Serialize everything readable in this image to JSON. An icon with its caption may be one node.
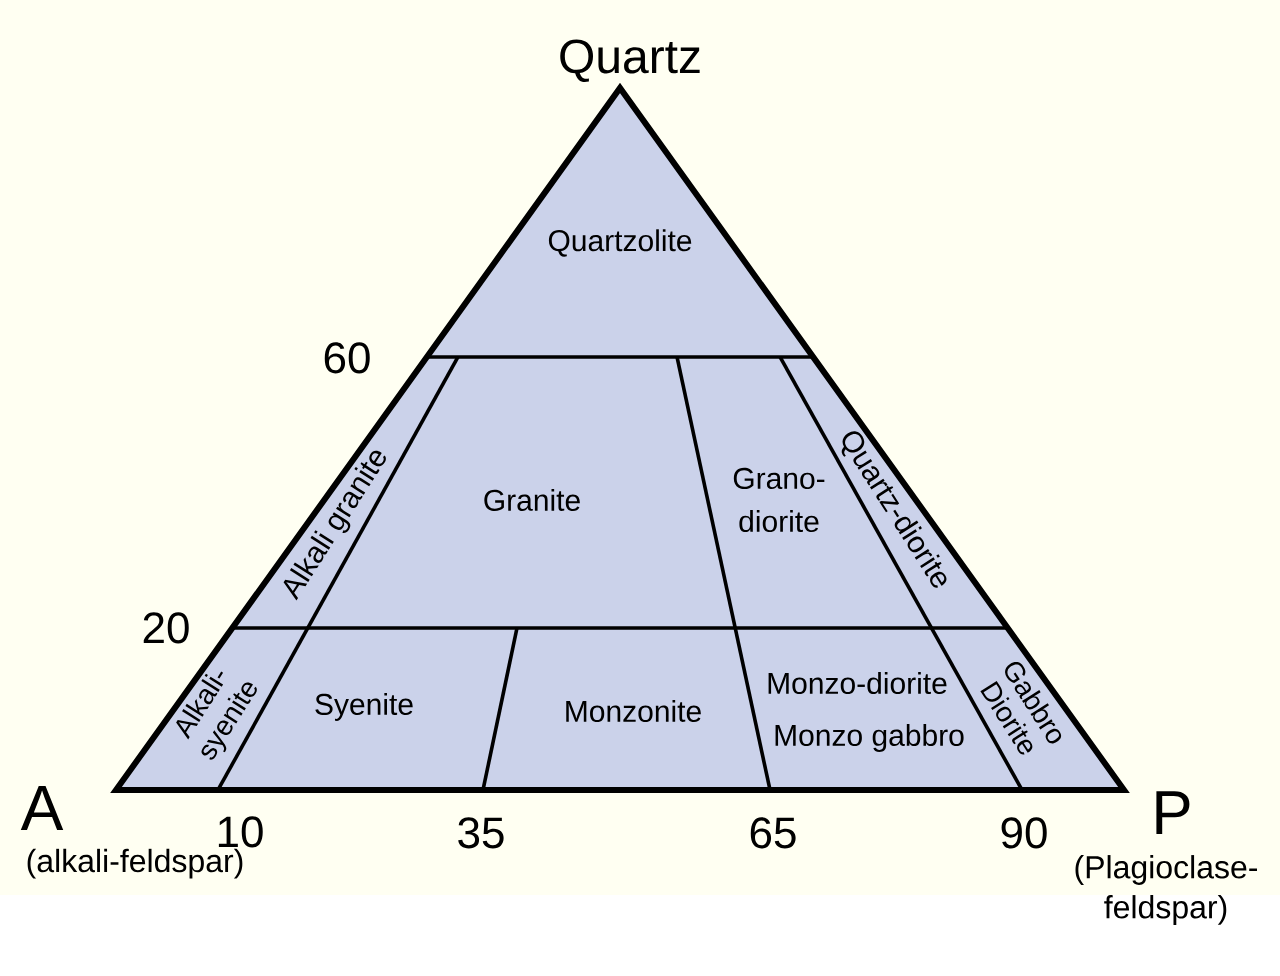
{
  "diagram": {
    "nodes": [
      {
        "text": [
          "Quartzolite"
        ]
      },
      {
        "text": [
          "Alkali granite"
        ]
      },
      {
        "text": [
          "Granite"
        ]
      },
      {
        "text": [
          "Grano-diorite"
        ]
      },
      {
        "text": [
          "Quartz-diorite"
        ]
      },
      {
        "text": [
          "Alkali-syenite"
        ]
      },
      {
        "text": [
          "Syenite"
        ]
      },
      {
        "text": [
          "Monzonite"
        ]
      },
      {
        "text": [
          "Monzo-diorite",
          "Monzo gabbro"
        ]
      },
      {
        "text": [
          "Gabbro",
          "Diorite"
        ]
      }
    ],
    "labels": [
      "Quartz",
      "60",
      "20",
      "A",
      "10",
      "35",
      "65",
      "90",
      "P",
      "(alkali-feldspar)",
      "(Plagioclase-feldspar)"
    ]
  }
}
